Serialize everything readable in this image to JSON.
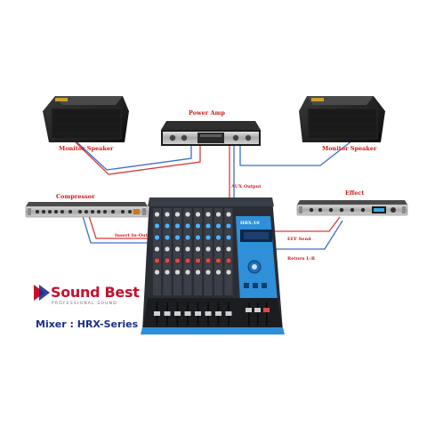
{
  "labels": {
    "power_amp": "Power Amp",
    "monitor_left": "Monitor Speaker",
    "monitor_right": "Monitor Speaker",
    "compressor": "Compressor",
    "effect": "Effect",
    "aux_output": "AUX Output",
    "insert": "Insert In-Out",
    "eff_send": "EFF Send",
    "return": "Return L-R",
    "mixer_model": "HRX-10"
  },
  "brand": {
    "name": "Sound Best",
    "tagline": "PROFESSIONAL SOUND"
  },
  "caption": "Mixer : HRX-Series",
  "colors": {
    "label_red": "#d01818",
    "cable_red": "#d93a3a",
    "cable_blue": "#3a6fc4",
    "brand_red": "#c8102e",
    "brand_blue": "#1c2f8c",
    "mixer_body": "#2a2d33",
    "mixer_accent": "#2f8fd8"
  }
}
